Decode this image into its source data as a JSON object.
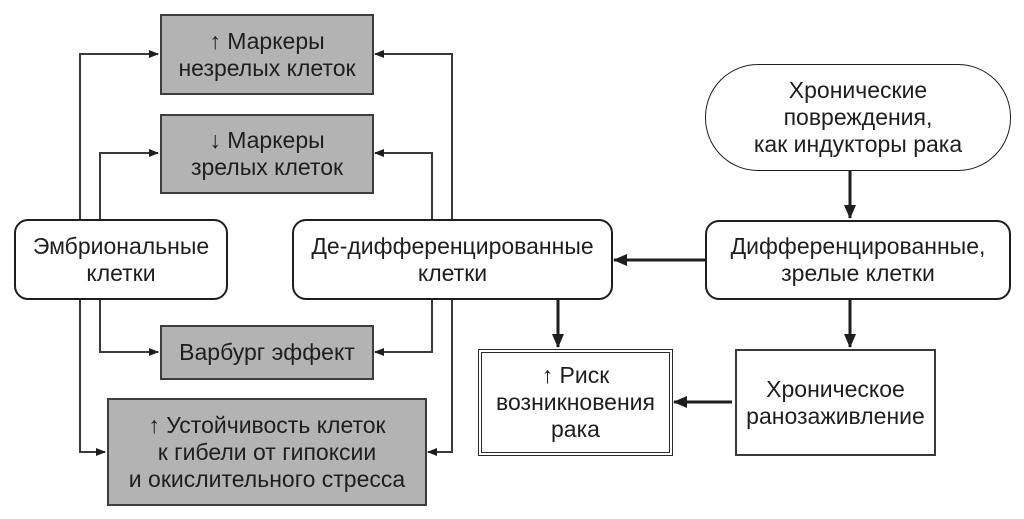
{
  "nodes": {
    "immature_markers": "↑ Маркеры\nнезрелых клеток",
    "mature_markers": "↓ Маркеры\nзрелых клеток",
    "embryonic_cells": "Эмбриональные\nклетки",
    "dedifferentiated_cells": "Де-дифференцированные\nклетки",
    "warburg_effect": "Варбург эффект",
    "cell_resistance": "↑ Устойчивость клеток\nк гибели от гипоксии\nи окислительного стресса",
    "chronic_damage": "Хронические\nповреждения,\nкак индукторы рака",
    "differentiated_cells": "Дифференцированные,\nзрелые клетки",
    "cancer_risk": "↑ Риск\nвозникновения\nрака",
    "chronic_wound_healing": "Хроническое\nранозаживление"
  },
  "edges": [
    {
      "from": "embryonic_cells",
      "to": "immature_markers"
    },
    {
      "from": "embryonic_cells",
      "to": "mature_markers"
    },
    {
      "from": "embryonic_cells",
      "to": "warburg_effect"
    },
    {
      "from": "embryonic_cells",
      "to": "cell_resistance"
    },
    {
      "from": "dedifferentiated_cells",
      "to": "immature_markers"
    },
    {
      "from": "dedifferentiated_cells",
      "to": "mature_markers"
    },
    {
      "from": "dedifferentiated_cells",
      "to": "warburg_effect"
    },
    {
      "from": "dedifferentiated_cells",
      "to": "cell_resistance"
    },
    {
      "from": "dedifferentiated_cells",
      "to": "cancer_risk"
    },
    {
      "from": "chronic_damage",
      "to": "differentiated_cells"
    },
    {
      "from": "differentiated_cells",
      "to": "dedifferentiated_cells"
    },
    {
      "from": "differentiated_cells",
      "to": "chronic_wound_healing"
    },
    {
      "from": "chronic_wound_healing",
      "to": "cancer_risk"
    }
  ],
  "colors": {
    "process_fill": "#b3b3b3",
    "line": "#1e1e1e"
  }
}
